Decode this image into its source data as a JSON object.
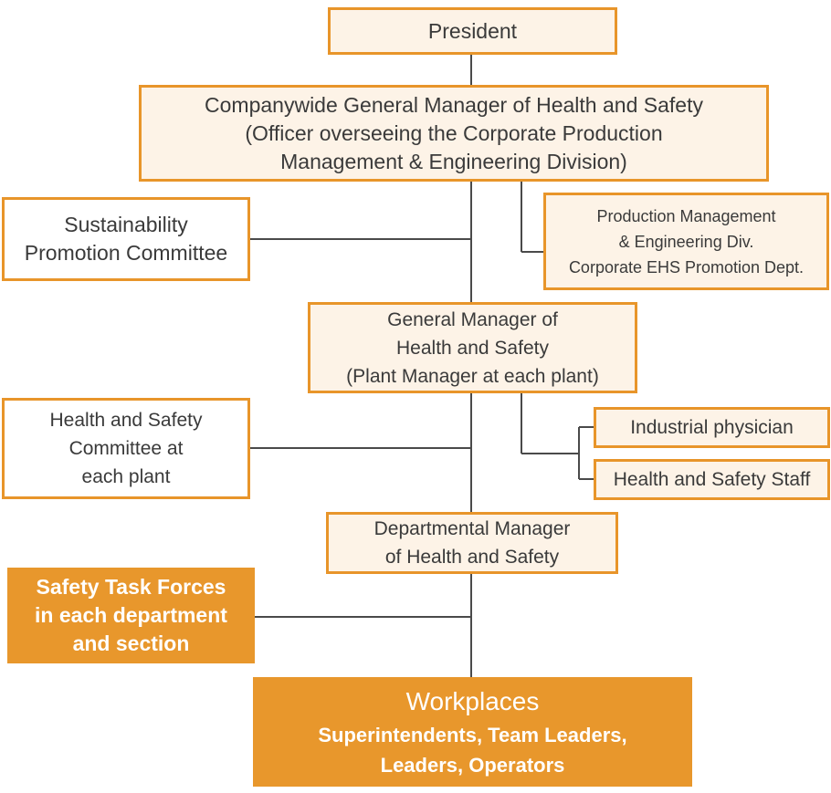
{
  "org_chart": {
    "president": [
      "President"
    ],
    "companywide_gm": [
      "Companywide General Manager of Health and Safety",
      "(Officer overseeing the Corporate Production",
      "Management & Engineering Division)"
    ],
    "sustainability_committee": [
      "Sustainability",
      "Promotion Committee"
    ],
    "production_management": [
      "Production Management",
      "& Engineering Div.",
      "Corporate EHS Promotion Dept."
    ],
    "plant_gm": [
      "General Manager of",
      "Health and Safety",
      "(Plant Manager at each plant)"
    ],
    "plant_committee": [
      "Health and Safety",
      "Committee at",
      "each plant"
    ],
    "industrial_physician": [
      "Industrial physician"
    ],
    "health_safety_staff": [
      "Health and Safety Staff"
    ],
    "departmental_manager": [
      "Departmental Manager",
      "of Health and Safety"
    ],
    "safety_task_forces": [
      "Safety Task Forces",
      "in each department",
      "and section"
    ],
    "workplaces": {
      "title": "Workplaces",
      "members": [
        "Superintendents, Team Leaders,",
        "Leaders, Operators"
      ]
    }
  },
  "colors": {
    "accent_orange": "#e8952a",
    "box_cream": "#fdf3e7",
    "connector": "#4a4a4a",
    "text": "#3a3a3a"
  }
}
